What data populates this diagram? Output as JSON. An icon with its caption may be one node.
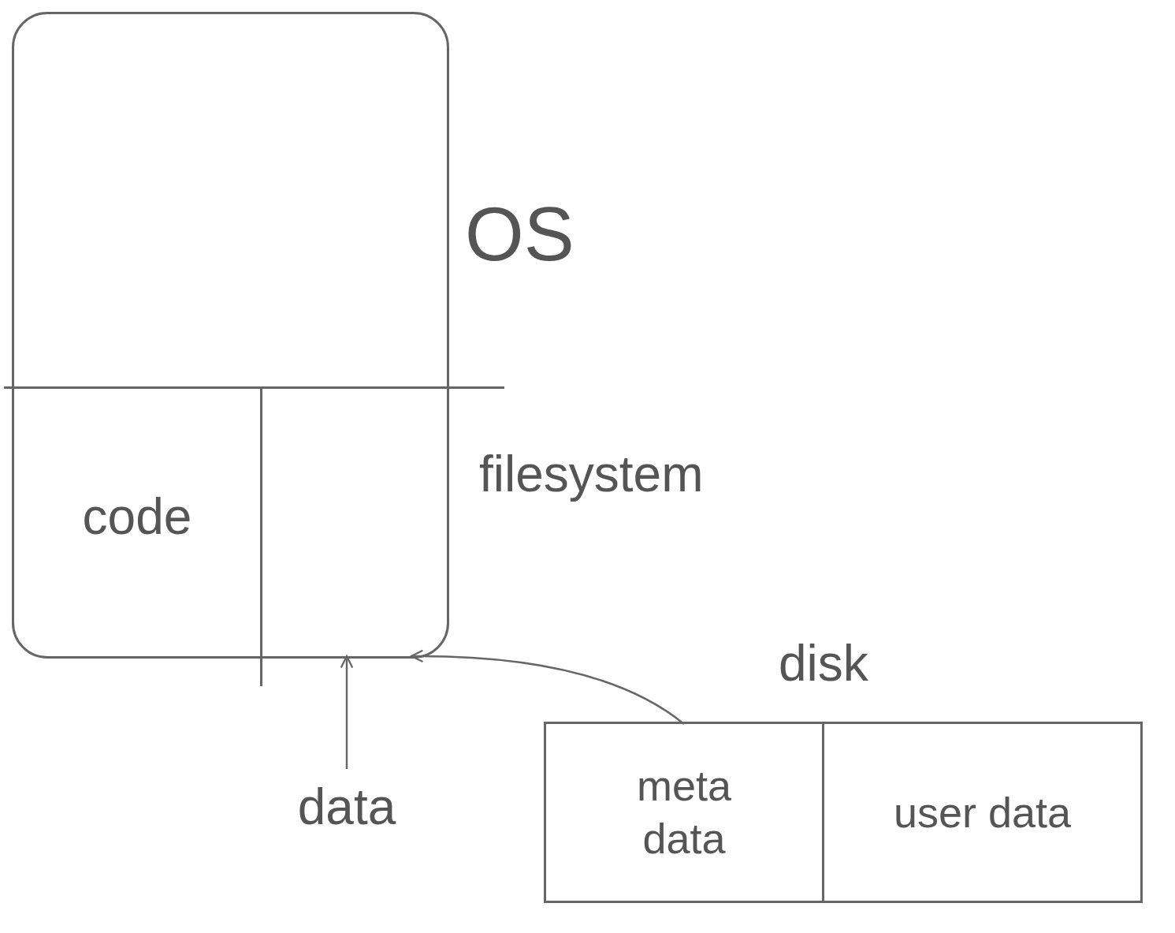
{
  "diagram": {
    "nodes": [
      {
        "text": [],
        "shape": "box"
      },
      {
        "text": [
          "code"
        ],
        "in": 0
      },
      {
        "text": [],
        "shape": "box",
        "in": 0,
        "beside": [
          "filesystem"
        ]
      },
      {
        "text": [
          "data"
        ]
      },
      {
        "text": [],
        "shape": "box",
        "beside": [
          "disk"
        ]
      },
      {
        "text": [
          "meta data"
        ],
        "in": 4
      },
      {
        "text": [
          "user data"
        ],
        "in": 4
      }
    ],
    "edges": [
      {
        "from": 3,
        "to": 2,
        "arrow": "to"
      },
      {
        "from": 5,
        "to": 2,
        "arrow": "to"
      }
    ],
    "labels": [
      "OS"
    ]
  }
}
